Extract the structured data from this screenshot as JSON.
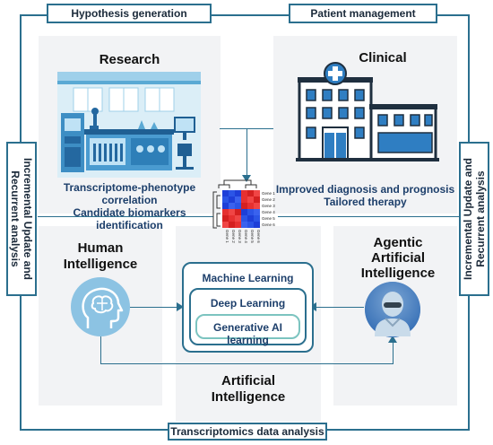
{
  "tags": {
    "hypothesis": "Hypothesis generation",
    "patient": "Patient management",
    "transcriptomics": "Transcriptomics data analysis"
  },
  "side_labels": {
    "left": "Incremental Update and Recurrent analysis",
    "right": "Incremental Update and Recurrent analysis"
  },
  "research": {
    "title": "Research",
    "caption_line1": "Transcriptome-phenotype correlation",
    "caption_line2": "Candidate biomarkers identification"
  },
  "clinical": {
    "title": "Clinical",
    "caption_line1": "Improved diagnosis and prognosis",
    "caption_line2": "Tailored therapy"
  },
  "human": {
    "title_line1": "Human",
    "title_line2": "Intelligence"
  },
  "agentic": {
    "title_line1": "Agentic",
    "title_line2": "Artificial",
    "title_line3": "Intelligence"
  },
  "artificial": {
    "title_line1": "Artificial",
    "title_line2": "Intelligence"
  },
  "ml": {
    "machine_learning": "Machine Learning",
    "deep_learning": "Deep Learning",
    "generative": "Generative AI learning"
  },
  "heatmap_labels": [
    "Gene 1",
    "Gene 2",
    "Gene 3",
    "Gene 4",
    "Gene 5",
    "Gene 6"
  ],
  "colors": {
    "frame": "#2b6f8e",
    "panel": "#f2f3f5",
    "caption": "#1d3f6b"
  }
}
